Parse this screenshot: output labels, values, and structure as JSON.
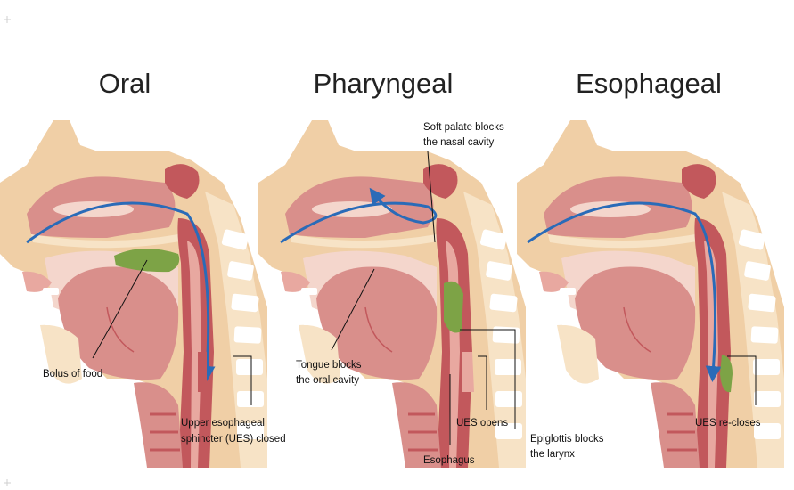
{
  "panels": [
    {
      "title": "Oral",
      "labels": {
        "bolus": "Bolus of food",
        "ues_closed_1": "Upper esophageal",
        "ues_closed_2": "sphincter (UES) closed"
      }
    },
    {
      "title": "Pharyngeal",
      "labels": {
        "soft_palate_1": "Soft palate blocks",
        "soft_palate_2": "the nasal cavity",
        "tongue_1": "Tongue blocks",
        "tongue_2": "the oral cavity",
        "ues_opens": "UES opens",
        "esophagus": "Esophagus",
        "epiglottis_1": "Epiglottis blocks",
        "epiglottis_2": "the larynx"
      }
    },
    {
      "title": "Esophageal",
      "labels": {
        "ues_recloses": "UES re-closes"
      }
    }
  ],
  "colors": {
    "skin": "#f0cfa6",
    "tissue": "#d98f8b",
    "tissue_dark": "#c2585c",
    "cavity": "#f4d6cc",
    "bolus": "#7da346",
    "arrow": "#2a6bb8",
    "bone": "#ffffff"
  }
}
